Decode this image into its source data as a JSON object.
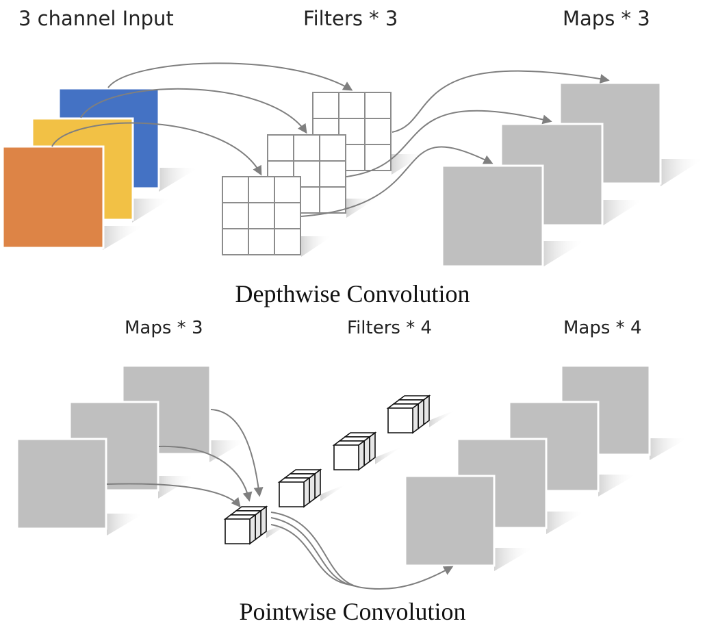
{
  "depthwise": {
    "input_label": "3 channel Input",
    "filters_label": "Filters * 3",
    "maps_label": "Maps * 3",
    "caption": "Depthwise Convolution",
    "channel_colors": [
      "#4472C4",
      "#F2C145",
      "#DD8446"
    ]
  },
  "pointwise": {
    "maps_in_label": "Maps * 3",
    "filters_label": "Filters * 4",
    "maps_out_label": "Maps * 4",
    "caption": "Pointwise Convolution"
  },
  "colors": {
    "map_gray": "#BFBFBF",
    "arrow": "#7F7F7F",
    "grid_line": "#8C8C8C"
  }
}
